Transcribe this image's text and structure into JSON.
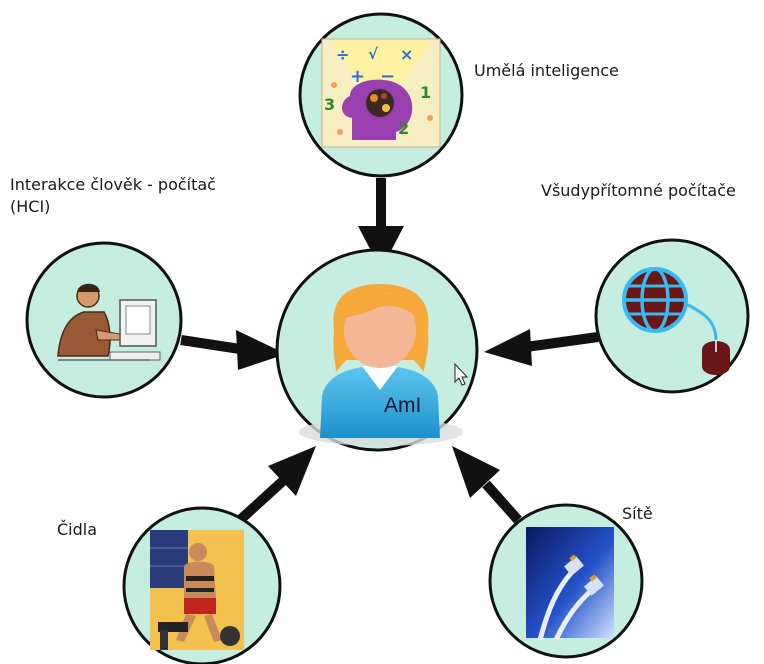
{
  "diagram": {
    "center": {
      "label": "AmI"
    },
    "nodes": [
      {
        "id": "ai",
        "label": "Umělá inteligence",
        "icon": "brain-math-icon"
      },
      {
        "id": "hci",
        "label_line1": "Interakce člověk - počítač",
        "label_line2": "(HCI)",
        "icon": "person-at-computer-icon"
      },
      {
        "id": "ubiquitous",
        "label": "Všudypřítomné počítače",
        "icon": "globe-mouse-icon"
      },
      {
        "id": "sensors",
        "label": "Čidla",
        "icon": "athlete-with-sensors-icon"
      },
      {
        "id": "networks",
        "label": "Sítě",
        "icon": "network-cable-icon"
      }
    ]
  },
  "colors": {
    "node_fill": "#c6eee0",
    "node_stroke": "#111111",
    "arrow": "#111111"
  }
}
